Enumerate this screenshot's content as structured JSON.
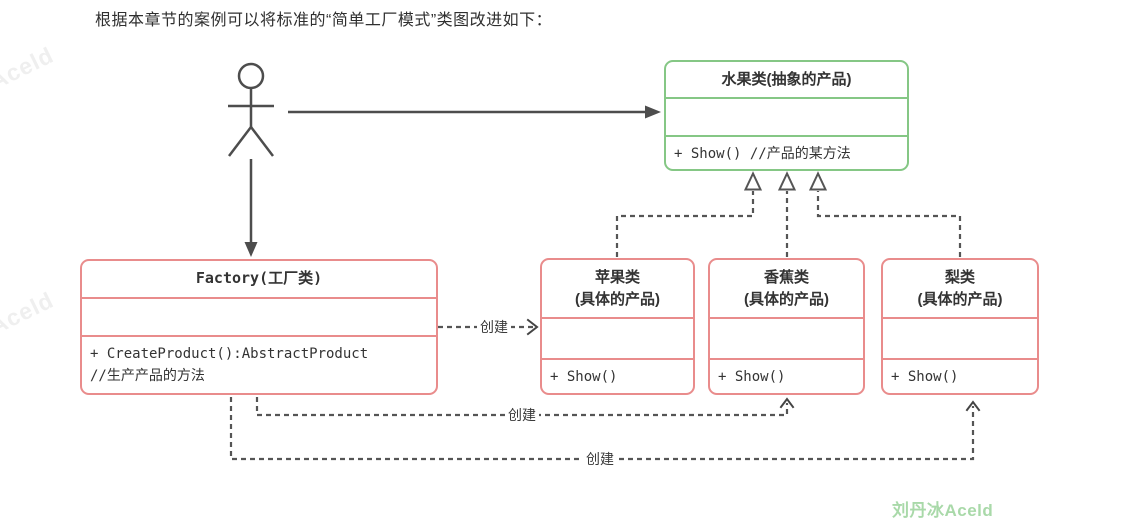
{
  "title": "根据本章节的案例可以将标准的“简单工厂模式”类图改进如下：",
  "labels": {
    "create": "创建"
  },
  "classes": {
    "fruit": {
      "name": "水果类(抽象的产品)",
      "method": "+ Show() //产品的某方法"
    },
    "factory": {
      "name": "Factory(工厂类)",
      "methods": [
        "+ CreateProduct():AbstractProduct",
        "//生产产品的方法"
      ]
    },
    "apple": {
      "name_lines": [
        "苹果类",
        "(具体的产品)"
      ],
      "method": "+ Show()"
    },
    "banana": {
      "name_lines": [
        "香蕉类",
        "(具体的产品)"
      ],
      "method": "+ Show()"
    },
    "pear": {
      "name_lines": [
        "梨类",
        "(具体的产品)"
      ],
      "method": "+ Show()"
    }
  },
  "watermarks": {
    "corner": "刘丹冰Aceld",
    "diagonal": "Aceld"
  },
  "colors": {
    "product_border": "#e98c8c",
    "abstract_border": "#85c785",
    "connector": "#4d4d4d",
    "dashed": "#555555",
    "text": "#333333",
    "corner_watermark": "#a9d9a9"
  }
}
